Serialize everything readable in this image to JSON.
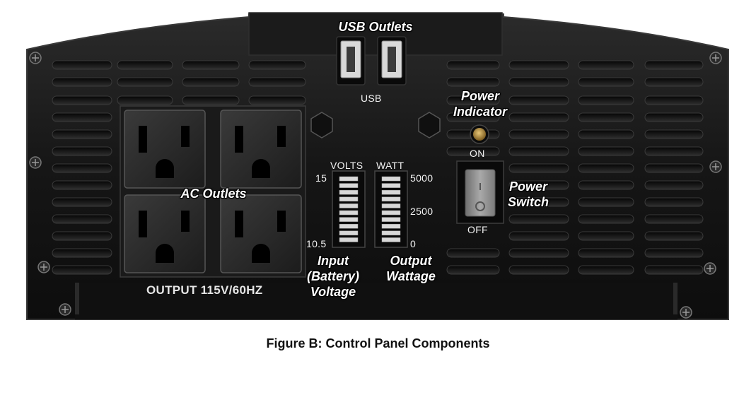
{
  "labels": {
    "usb_outlets": "USB Outlets",
    "usb": "USB",
    "power_indicator_line1": "Power",
    "power_indicator_line2": "Indicator",
    "on": "ON",
    "off": "OFF",
    "power_switch_line1": "Power",
    "power_switch_line2": "Switch",
    "ac_outlets": "AC Outlets",
    "volts": "VOLTS",
    "watt": "WATT",
    "volts_max": "15",
    "volts_min": "10.5",
    "watt_max": "5000",
    "watt_mid": "2500",
    "watt_min": "0",
    "input_line1": "Input",
    "input_line2": "(Battery)",
    "input_line3": "Voltage",
    "output_line1": "Output",
    "output_line2": "Wattage",
    "output_rating": "OUTPUT 115V/60HZ"
  },
  "caption": "Figure B:  Control Panel Components",
  "colors": {
    "panel": "#151515",
    "panel_edge": "#2a2a2a",
    "indicator": "#c9a34a",
    "switch_body": "#8e8e8e"
  }
}
